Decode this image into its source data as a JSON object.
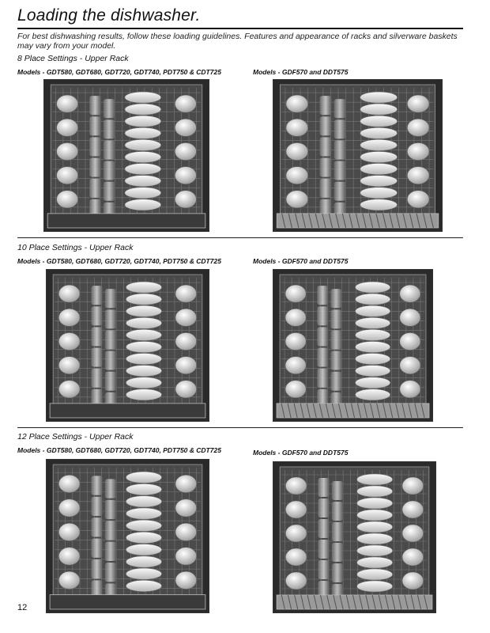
{
  "page": {
    "title": "Loading the dishwasher.",
    "intro": "For best dishwashing results, follow these loading guidelines. Features and appearance of racks and silverware baskets may vary from your model.",
    "page_number": "12"
  },
  "sections": [
    {
      "title": "8 Place Settings - Upper Rack",
      "left_models": "Models - GDT580, GDT680, GDT720, GDT740, PDT750 & CDT725",
      "right_models": "Models - GDF570 and DDT575"
    },
    {
      "title": "10 Place Settings - Upper Rack",
      "left_models": "Models - GDT580, GDT680, GDT720, GDT740, PDT750 & CDT725",
      "right_models": "Models - GDF570 and DDT575"
    },
    {
      "title": "12 Place Settings - Upper Rack",
      "left_models": "Models - GDT580, GDT680, GDT720, GDT740, PDT750 & CDT725",
      "right_models": "Models - GDF570 and DDT575"
    }
  ]
}
